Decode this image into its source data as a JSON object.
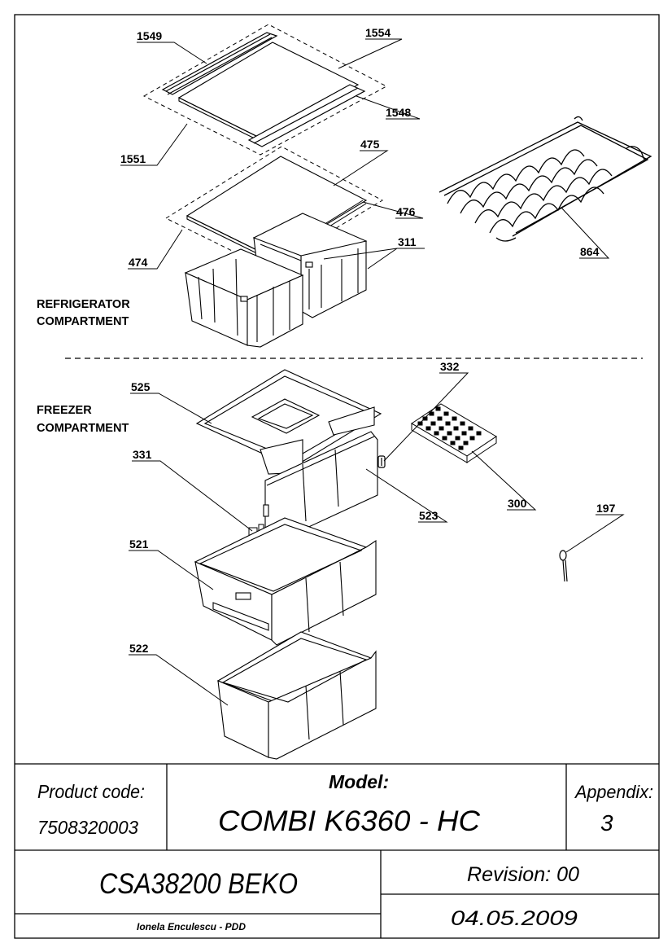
{
  "parts": [
    {
      "id": "1549",
      "label": "1549"
    },
    {
      "id": "1554",
      "label": "1554"
    },
    {
      "id": "1548",
      "label": "1548"
    },
    {
      "id": "1551",
      "label": "1551"
    },
    {
      "id": "475",
      "label": "475"
    },
    {
      "id": "476",
      "label": "476"
    },
    {
      "id": "474",
      "label": "474"
    },
    {
      "id": "311",
      "label": "311"
    },
    {
      "id": "864",
      "label": "864"
    },
    {
      "id": "525",
      "label": "525"
    },
    {
      "id": "332",
      "label": "332"
    },
    {
      "id": "331",
      "label": "331"
    },
    {
      "id": "523",
      "label": "523"
    },
    {
      "id": "300",
      "label": "300"
    },
    {
      "id": "197",
      "label": "197"
    },
    {
      "id": "521",
      "label": "521"
    },
    {
      "id": "522",
      "label": "522"
    }
  ],
  "sections": {
    "refrigerator": [
      "REFRIGERATOR",
      "COMPARTMENT"
    ],
    "freezer": [
      "FREEZER",
      "COMPARTMENT"
    ]
  },
  "title_block": {
    "product_code_label": "Product code:",
    "product_code": "7508320003",
    "model_label": "Model:",
    "model": "COMBI K6360 - HC",
    "appendix_label": "Appendix:",
    "appendix": "3",
    "code": "CSA38200 BEKO",
    "revision": "Revision: 00",
    "author": "Ionela Enculescu - PDD",
    "date": "04.05.2009"
  }
}
